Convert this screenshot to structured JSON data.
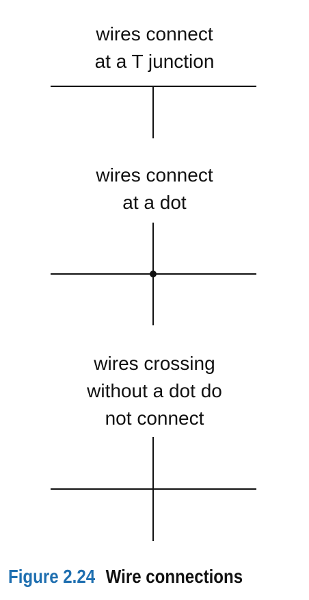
{
  "diagrams": {
    "t_junction": {
      "label_lines": [
        "wires connect",
        "at a T junction"
      ]
    },
    "dot_junction": {
      "label_lines": [
        "wires connect",
        "at a dot"
      ]
    },
    "crossing": {
      "label_lines": [
        "wires crossing",
        "without a dot do",
        "not connect"
      ]
    }
  },
  "caption": {
    "number": "Figure 2.24",
    "title": "Wire connections"
  },
  "colors": {
    "wire": "#111111",
    "caption_number": "#1f6fb0",
    "text": "#111111"
  }
}
